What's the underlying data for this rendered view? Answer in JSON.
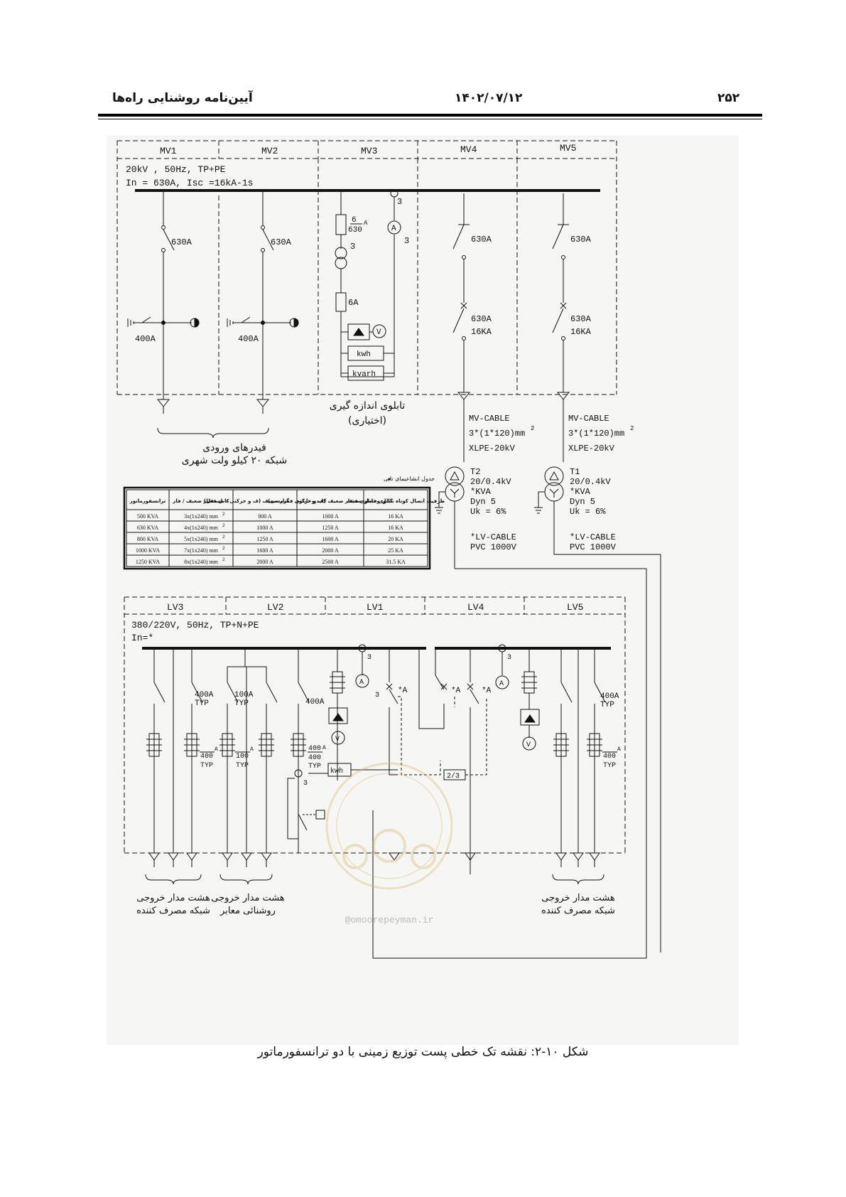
{
  "header": {
    "page_number": "۲۵۲",
    "date": "۱۴۰۲/۰۷/۱۲",
    "title": "آیین‌نامه روشنایی راه‌ها"
  },
  "diagram": {
    "mv": {
      "panels": [
        "MV1",
        "MV2",
        "MV3",
        "MV4",
        "MV5"
      ],
      "spec_line1": "20kV , 50Hz, TP+PE",
      "spec_line2": "In = 630A, Isc =16kA-1s",
      "switch_rating": "630A",
      "earth_switch_rating": "400A",
      "fuse_top_num": "6",
      "fuse_top_den": "630",
      "fuse_unit": "A",
      "ct_ratio": "3",
      "fuse_6a": "6A",
      "meter_v": "V",
      "meter_a": "A",
      "meter_kwh": "kwh",
      "meter_kvarh": "kvarh",
      "breaker_rating": "630A",
      "breaker_isc": "16KA",
      "metering_panel_label": "تابلوی اندازه گیری",
      "metering_panel_optional": "(اختیاری)",
      "incoming_feeders_line1": "فیدرهای ورودی",
      "incoming_feeders_line2": "شبکه ۲۰ کیلو ولت شهری"
    },
    "transformers": [
      {
        "name": "T2",
        "cable_line1": "MV-CABLE",
        "cable_line2": "3*(1*120)mm",
        "cable_sup": "2",
        "cable_line3": "XLPE-20kV",
        "voltage": "20/0.4kV",
        "kva": "*KVA",
        "vector": "Dyn 5",
        "uk": "Uk = 6%",
        "lv_cable_line1": "*LV-CABLE",
        "lv_cable_line2": "PVC 1000V"
      },
      {
        "name": "T1",
        "cable_line1": "MV-CABLE",
        "cable_line2": "3*(1*120)mm",
        "cable_sup": "2",
        "cable_line3": "XLPE-20kV",
        "voltage": "20/0.4kV",
        "kva": "*KVA",
        "vector": "Dyn 5",
        "uk": "Uk = 6%",
        "lv_cable_line1": "*LV-CABLE",
        "lv_cable_line2": "PVC 1000V"
      }
    ],
    "table": {
      "title": "جدول انشاعیمای تابی",
      "headers": [
        "ترانسفورماتور",
        "کابل فشار ضعیف / فاز",
        "کلید و تابلوی فشار ضعیف (ف و حرکتی - مستقل)",
        "کابل و تابلوی فشار ضعیف (ف و حرکتی - گرمسی)",
        "ظرفیت اتصال کوتاه تابلوی فشار ضعیف"
      ],
      "rows": [
        [
          "500 KVA",
          "3x(1x240) mm",
          "800 A",
          "1000 A",
          "16 KA"
        ],
        [
          "630 KVA",
          "4x(1x240) mm",
          "1000 A",
          "1250 A",
          "16 KA"
        ],
        [
          "800 KVA",
          "5x(1x240) mm",
          "1250 A",
          "1600 A",
          "20 KA"
        ],
        [
          "1000 KVA",
          "7x(1x240) mm",
          "1600 A",
          "2000 A",
          "25 KA"
        ],
        [
          "1250 KVA",
          "8x(1x240) mm",
          "2000 A",
          "2500 A",
          "31.5 KA"
        ]
      ],
      "cable_sup": "2"
    },
    "lv": {
      "panels": [
        "LV3",
        "LV2",
        "LV1",
        "LV4",
        "LV5"
      ],
      "spec_line1": "380/220V, 50Hz, TP+N+PE",
      "spec_line2": "In=*",
      "rating_400a": "400A",
      "typ": "TYP",
      "rating_100a": "100A",
      "fuse_400": "400",
      "fuse_100": "100",
      "fuse_a": "A",
      "star_a": "*A",
      "ct": "3",
      "interlock": "2/3",
      "meter_kwh": "kwh",
      "meter_v": "V",
      "meter_a": "A",
      "out_consumer_line1": "هشت مدار خروجی",
      "out_consumer_line2": "شبکه مصرف کننده",
      "out_lighting_line1": "هشت مدار خروجی",
      "out_lighting_line2": "روشنائی معابر"
    },
    "watermark_text": "@omoorepeyman.ir"
  },
  "caption": "شکل ۱۰-۲: نقشه تک خطی پست توزیع زمینی با دو ترانسفورماتور"
}
